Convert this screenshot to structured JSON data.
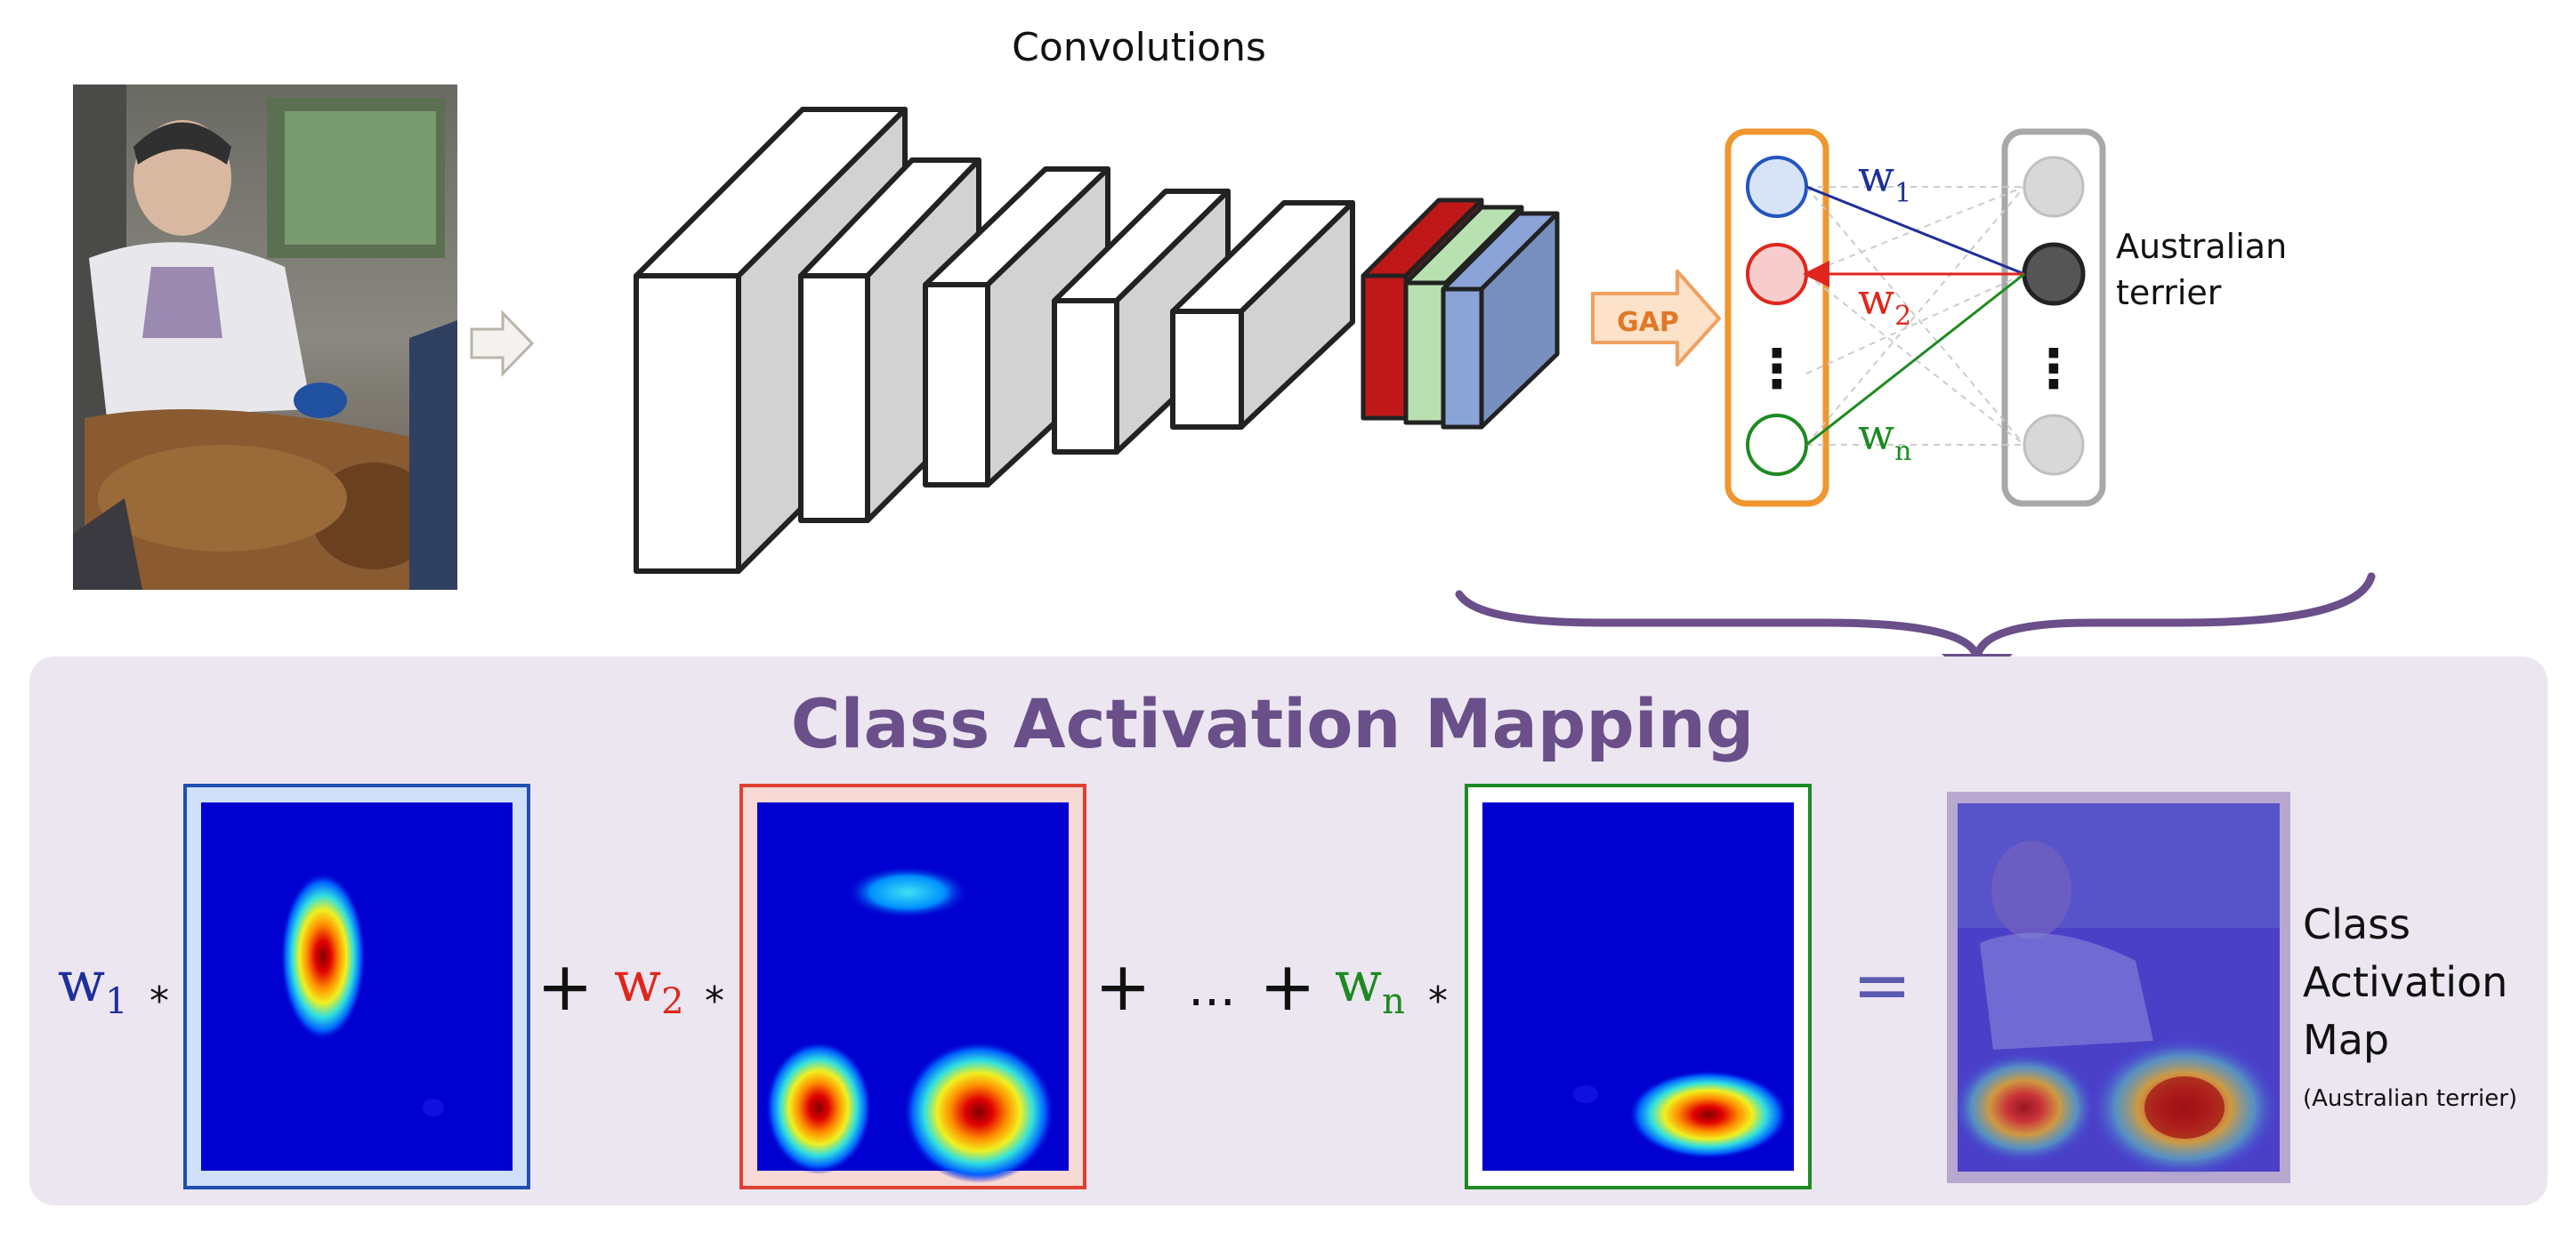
{
  "top": {
    "convolutions_label": "Convolutions",
    "gap_label": "GAP",
    "class_label_line1": "Australian",
    "class_label_line2": "terrier",
    "weights": [
      {
        "letter": "w",
        "sub": "1",
        "color": "#1f2f9a"
      },
      {
        "letter": "w",
        "sub": "2",
        "color": "#e0261c"
      },
      {
        "letter": "w",
        "sub": "n",
        "color": "#1e8a22"
      }
    ],
    "dots": "⋮"
  },
  "bottom": {
    "title": "Class Activation Mapping",
    "plus": "+",
    "ellipsis": "...",
    "star": "*",
    "equals": "=",
    "result_label_line1": "Class",
    "result_label_line2": "Activation",
    "result_label_line3": "Map",
    "result_label_sub": "(Australian terrier)"
  },
  "colors": {
    "blue_weight": "#1f2f9a",
    "red_weight": "#e0261c",
    "green_weight": "#1e8a22",
    "gap_orange": "#f0a060",
    "panel_bg": "#ebe6f0",
    "title_purple": "#6a4f8a",
    "heatmap_bg": "#0000d0"
  }
}
